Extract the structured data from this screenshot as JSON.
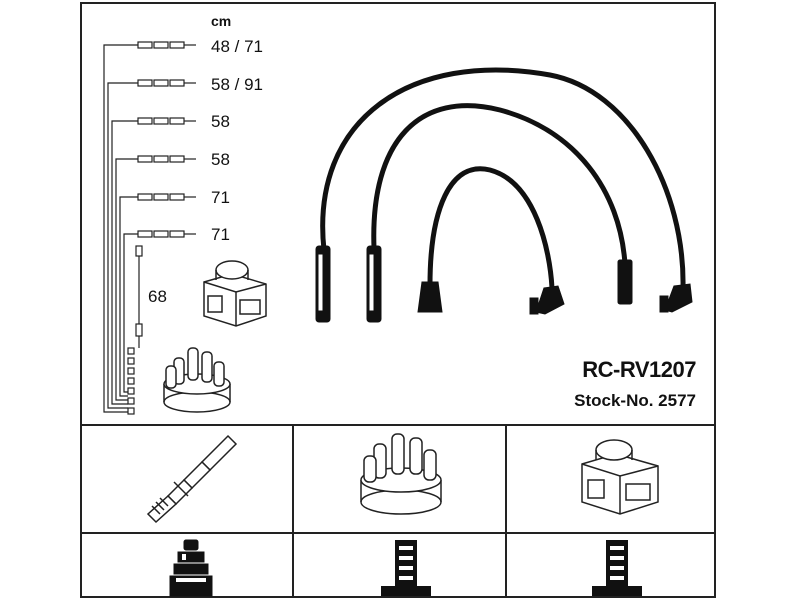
{
  "unit_label": "cm",
  "lengths": [
    "48 / 71",
    "58 / 91",
    "58",
    "58",
    "71",
    "71",
    "68"
  ],
  "part_number": "RC-RV1207",
  "stock_number": "Stock-No. 2577",
  "icons": {
    "spark_plug": "spark-plug-icon",
    "distributor_cap": "distributor-cap-icon",
    "ignition_coil": "ignition-coil-icon",
    "plug_connector": "plug-connector-icon",
    "terminal": "terminal-icon"
  }
}
